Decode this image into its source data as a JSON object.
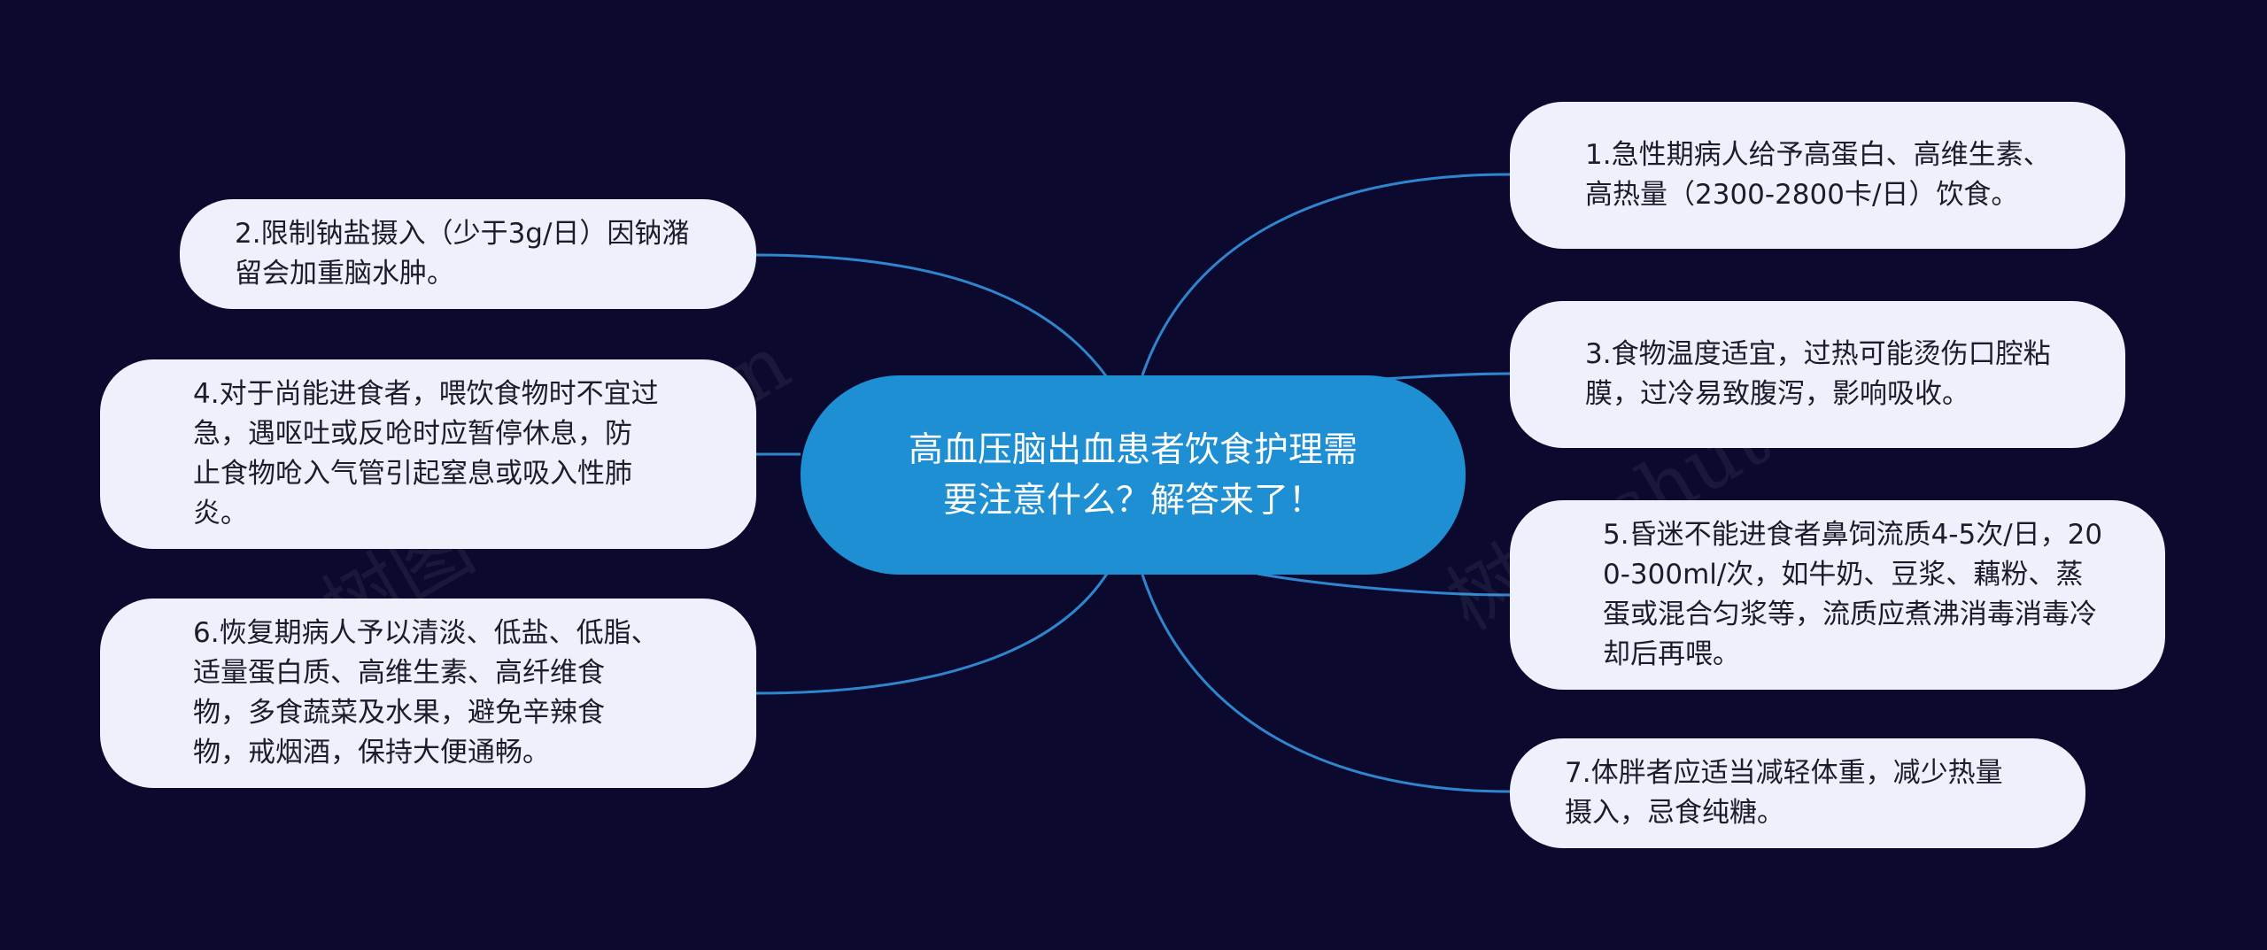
{
  "center": {
    "text": "高血压脑出血患者饮食护理需要注意什么？解答来了！"
  },
  "nodes": [
    {
      "id": "n1",
      "text": "1.急性期病人给予高蛋白、高维生素、高热量（2300-2800卡/日）饮食。"
    },
    {
      "id": "n2",
      "text": "2.限制钠盐摄入（少于3g/日）因钠潴留会加重脑水肿。"
    },
    {
      "id": "n3",
      "text": "3.食物温度适宜，过热可能烫伤口腔粘膜，过冷易致腹泻，影响吸收。"
    },
    {
      "id": "n4",
      "text": "4.对于尚能进食者，喂饮食物时不宜过急，遇呕吐或反呛时应暂停休息，防止食物呛入气管引起窒息或吸入性肺炎。"
    },
    {
      "id": "n5",
      "text": "5.昏迷不能进食者鼻饲流质4-5次/日，200-300ml/次，如牛奶、豆浆、藕粉、蒸蛋或混合匀浆等，流质应煮沸消毒消毒冷却后再喂。"
    },
    {
      "id": "n6",
      "text": "6.恢复期病人予以清淡、低盐、低脂、适量蛋白质、高维生素、高纤维食物，多食蔬菜及水果，避免辛辣食物，戒烟酒，保持大便通畅。"
    },
    {
      "id": "n7",
      "text": "7.体胖者应适当减轻体重，减少热量摄入，忌食纯糖。"
    }
  ],
  "colors": {
    "background": "#0b0a2e",
    "center_fill": "#1e8fd2",
    "node_fill": "#eef1fb",
    "link": "#2f86cf"
  },
  "watermark": {
    "text_left": "树图 shutu.cn",
    "text_right": "树图 shutu.cn"
  }
}
